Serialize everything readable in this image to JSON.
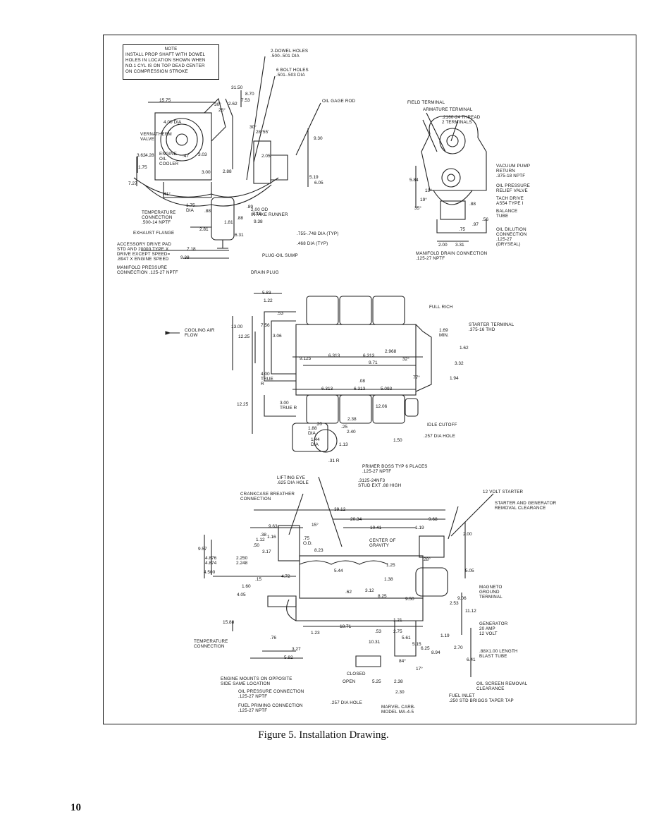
{
  "note": {
    "title": "NOTE",
    "lines": [
      "INSTALL PROP SHAFT WITH DOWEL",
      "HOLES IN LOCATION SHOWN WHEN",
      "NO.1 CYL IS ON TOP DEAD CENTER",
      "ON COMPRESSION STROKE"
    ]
  },
  "front_view": {
    "labels": {
      "dowel_holes": "2-DOWEL HOLES\n.500-.501 DIA",
      "bolt_holes": "6 BOLT HOLES\n.501-.503 DIA",
      "oil_gage_rod": "OIL GAGE ROD",
      "vernatherm": "VERNATHERM\nVALVE",
      "engine_oil_cooler": "ENGINE\nOIL\nCOOLER",
      "temperature_connection": "TEMPERATURE\nCONNECTION\n.500-14 NPTF",
      "exhaust_flange": "EXHAUST FLANGE",
      "accessory_drive_pad": "ACCESSORY DRIVE PAD\nSTD AND 20000 TYPE X\nDRIVE EXCEPT SPEED=\n.8947 X ENGINE SPEED",
      "manifold_pressure": "MANIFOLD PRESSURE\nCONNECTION .125-27 NPTF",
      "intake_runner": "2.00 OD\nINTAKE RUNNER",
      "runner_dia": ".755-.748 DIA (TYP)",
      "runner_dia_2": ".468 DIA (TYP)",
      "plug_oil_sump": "PLUG-OIL SUMP",
      "drain_plug": "DRAIN PLUG"
    },
    "dims": {
      "d1575": "15.75",
      "d3150": "31.50",
      "d870": "8.70",
      "d753": "7.53",
      "d262": "2.62",
      "a30": "30°",
      "a25": "25°",
      "dia400": "4.00 DIA",
      "a30b": "30°",
      "a2855": "28°55'",
      "d930": "9.30",
      "d362": "3.62",
      "d428": "4.28",
      "d47": ".47",
      "d303": "3.03",
      "d205": "2.05",
      "d175": "1.75",
      "d727": "7.27",
      "d300": "3.00",
      "d288": "2.88",
      "d519": "5.19",
      "d605": "6.05",
      "a41": "41°",
      "dia175": "1.75\nDIA",
      "d88": ".88",
      "d89": ".89",
      "d718": "7.18",
      "d88b": ".88",
      "d181": "1.81",
      "d938": "9.38",
      "d281": "2.81",
      "d631": "6.31",
      "d718b": "7.18",
      "d938b": "9.38"
    }
  },
  "rear_view": {
    "labels": {
      "field_terminal": "FIELD TERMINAL",
      "armature_terminal": "ARMATURE TERMINAL",
      "thread": ".2160-24 THREAD\n2 TERMINALS",
      "vacuum_pump": "VACUUM PUMP\nRETURN\n.375-18 NPTF",
      "oil_pressure_relief": "OIL PRESSURE\nRELIEF VALVE",
      "tach_drive": "TACH DRIVE\nAS54 TYPE I",
      "balance_tube": "BALANCE\nTUBE",
      "oil_dilution": "OIL DILUTION\nCONNECTION\n.125-27\n(DRYSEAL)",
      "manifold_drain": "MANIFOLD DRAIN CONNECTION\n.125-27 NPTF"
    },
    "dims": {
      "d584": "5.84",
      "a19": "19°",
      "a19b": "19°",
      "a35": "35°",
      "d88": ".88",
      "d56": ".56",
      "d97": ".97",
      "d75": ".75",
      "d200": "2.00",
      "d331": "3.31"
    }
  },
  "top_view": {
    "labels": {
      "cooling_air": "COOLING AIR\nFLOW",
      "full_rich": "FULL RICH",
      "starter_terminal": "STARTER TERMINAL\n.375-16 THD",
      "idle_cutoff": "IDLE CUTOFF",
      "dia_hole": ".257 DIA HOLE",
      "primer_boss": "PRIMER BOSS TYP 6 PLACES\n.125-27 NPTF",
      "stud": ".3125-24NF3\nSTUD EXT .88 HIGH"
    },
    "dims": {
      "d583": "5.83",
      "d122": "1.22",
      "d53": ".53",
      "d1300": "13.00",
      "d756": "7.56",
      "d1225": "12.25",
      "d306": "3.06",
      "d169": "1.69\nMIN.",
      "d162": "1.62",
      "d6313a": "6.313",
      "d6313b": "6.313",
      "d2968": "2.968",
      "d971": "9.71",
      "d9125": "9.125",
      "a32": "32°",
      "d332": "3.32",
      "d400": "4.00\nTRUE\nR",
      "d08": ".08",
      "a77": "77°",
      "d194": "1.94",
      "d6313c": "6.313",
      "d6313d": "6.313",
      "d5093": "5.093",
      "d1225b": "12.25",
      "d300": "3.00\nTRUE R",
      "d1206": "12.06",
      "d238": "2.38",
      "d20": ".20",
      "d188": "1.88\nDIA",
      "d144": "1.44\nDIA",
      "d25": ".25",
      "d240": "2.40",
      "d113": "1.13",
      "d150": "1.50",
      "d31": ".31 R"
    }
  },
  "side_view": {
    "labels": {
      "lifting_eye": "LIFTING EYE\n.625 DIA HOLE",
      "crankcase_breather": "CRANKCASE BREATHER\nCONNECTION",
      "starter_12v": "12 VOLT STARTER",
      "starter_removal": "STARTER AND GENERATOR\nREMOVAL CLEARANCE",
      "center_gravity": "CENTER OF\nGRAVITY",
      "magneto": "MAGNETO\nGROUND\nTERMINAL",
      "generator": "GENERATOR\n20 AMP\n12 VOLT",
      "blast_tube": ".88X1.00 LENGTH\nBLAST TUBE",
      "temperature": "TEMPERATURE\nCONNECTION",
      "engine_mounts": "ENGINE MOUNTS ON OPPOSITE\nSIDE SAME LOCATION",
      "oil_pressure": "OIL PRESSURE CONNECTION\n.125-27 NPTF",
      "fuel_priming": "FUEL PRIMING CONNECTION\n.125-27 NPTF",
      "dia_hole": ".257 DIA HOLE",
      "marvel_carb": "MARVEL CARB-\nMODEL MA-4-5",
      "fuel_inlet": "FUEL INLET\n.250 STD BRIGGS TAPER TAP",
      "oil_screen": "OIL SCREEN REMOVAL\nCLEARANCE",
      "closed": "CLOSED",
      "open": "OPEN"
    },
    "dims": {
      "d3912": "39.12",
      "d2034": "20.34",
      "d968": "9.68",
      "d963": "9.63",
      "d1041": "10.41",
      "d119": "1.19",
      "a15": "15°",
      "d38": ".38",
      "d112": "1.12",
      "d116": "1.16",
      "d75od": ".75\nO.D.",
      "d957": "9.57",
      "d50": ".50",
      "d317": "3.17",
      "d823": "8.23",
      "d200": "2.00",
      "d4876": "4.876\n4.874",
      "d2250": "2.250\n2.248",
      "a28": "28°",
      "d4500": "4.500",
      "d125": "1.25",
      "d505": "5.05",
      "d544": "5.44",
      "d472": "4.72",
      "d15": ".15",
      "d138": "1.38",
      "d160": "1.60",
      "d62": ".62",
      "d312": "3.12",
      "d825": "8.25",
      "d405": "4.05",
      "d950": "9.50",
      "d906": "9.06",
      "d253": "2.53",
      "d1112": "11.12",
      "d1588": "15.88",
      "d121": "1.21",
      "d1871": "18.71",
      "d123": "1.23",
      "d76": ".76",
      "d53": ".53",
      "d275": "2.75",
      "d1031": "10.31",
      "d561": "5.61",
      "d119b": "1.19",
      "d515": "5.15",
      "d625": "6.25",
      "d270": "2.70",
      "d894": "8.94",
      "d641": "6.41",
      "d327": "3.27",
      "d582": "5.82",
      "a84": "84°",
      "a17": "17°",
      "d525": "5.25",
      "d238": "2.38",
      "d230": "2.30"
    }
  },
  "caption": "Figure 5.   Installation Drawing.",
  "page_number": "10"
}
